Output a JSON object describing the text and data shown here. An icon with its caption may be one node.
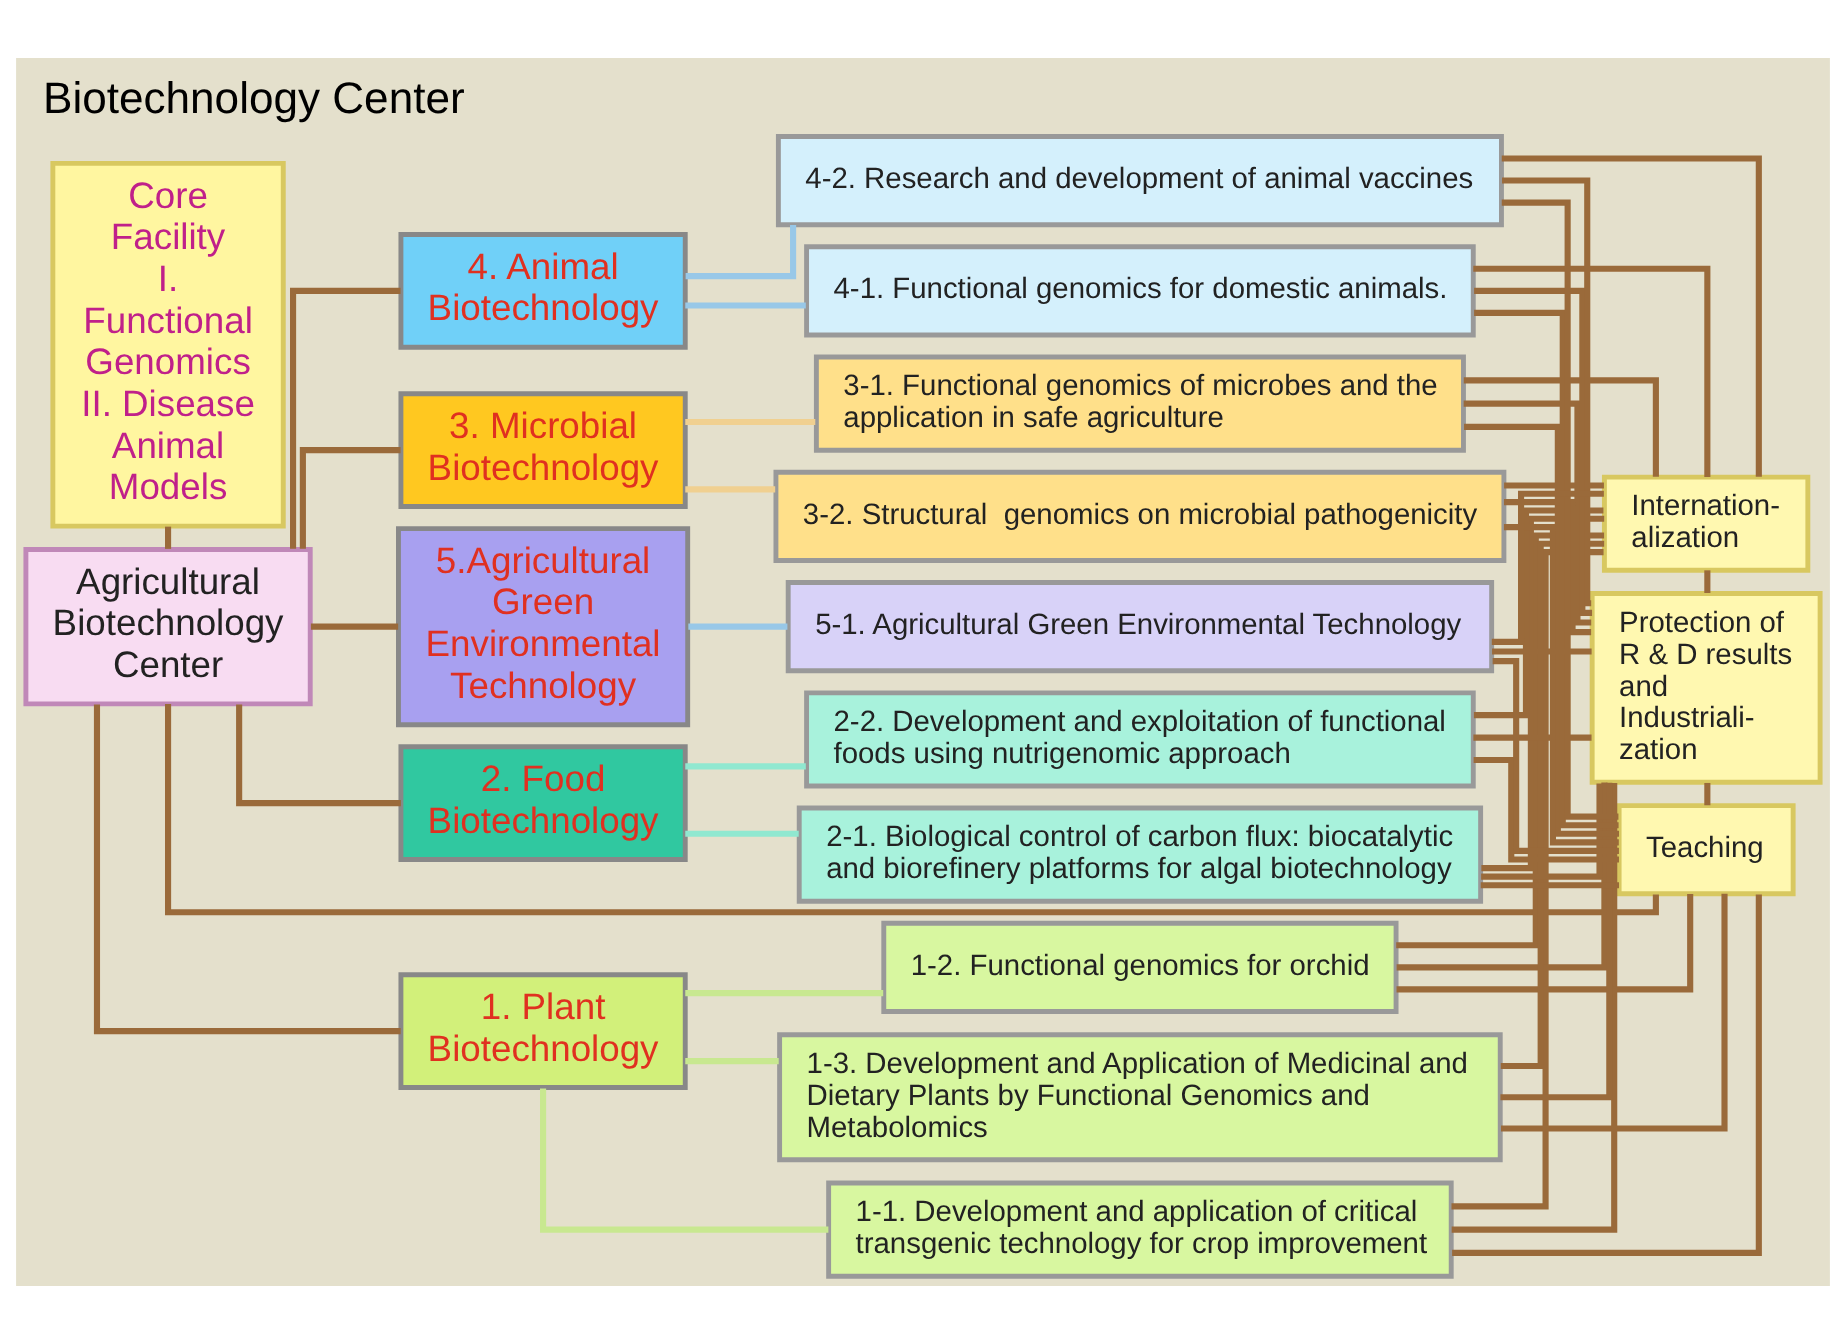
{
  "diagram": {
    "title": "Biotechnology Center",
    "nodes": [
      {
        "text": [
          "Agricultural Biotechnology Center"
        ]
      },
      {
        "text": [
          "Core Facility",
          "I. Functional Genomics",
          "II. Disease Animal Models"
        ]
      },
      {
        "text": [
          "1. Plant Biotechnology"
        ]
      },
      {
        "text": [
          "2. Food Biotechnology"
        ]
      },
      {
        "text": [
          "3. Microbial Biotechnology"
        ]
      },
      {
        "text": [
          "4. Animal Biotechnology"
        ]
      },
      {
        "text": [
          "5.Agricultural Green Environmental Technology"
        ]
      },
      {
        "text": [
          "1-1. Development and application of critical transgenic technology for crop improvement"
        ]
      },
      {
        "text": [
          "1-2. Functional genomics for orchid"
        ]
      },
      {
        "text": [
          "1-3. Development and Application of Medicinal and Dietary Plants by Functional Genomics and Metabolomics"
        ]
      },
      {
        "text": [
          "2-1. Biological control of carbon flux: biocatalytic and biorefinery platforms for algal biotechnology"
        ]
      },
      {
        "text": [
          "2-2. Development and exploitation of functional foods using nutrigenomic approach"
        ]
      },
      {
        "text": [
          "3-1. Functional genomics of microbes and the application in safe agriculture"
        ]
      },
      {
        "text": [
          "3-2. Structural  genomics on microbial pathogenicity"
        ]
      },
      {
        "text": [
          "4-1. Functional genomics for domestic animals."
        ]
      },
      {
        "text": [
          "4-2. Research and development of animal vaccines"
        ]
      },
      {
        "text": [
          "5-1. Agricultural Green Environmental Technology"
        ]
      },
      {
        "text": [
          "Internation- alization"
        ]
      },
      {
        "text": [
          "Protection of R & D results and Industriali- zation"
        ]
      },
      {
        "text": [
          "Teaching"
        ]
      }
    ],
    "edges": [
      {
        "from": 0,
        "to": 1,
        "arrow": "none"
      },
      {
        "from": 0,
        "to": 2,
        "arrow": "none"
      },
      {
        "from": 0,
        "to": 3,
        "arrow": "none"
      },
      {
        "from": 0,
        "to": 4,
        "arrow": "none"
      },
      {
        "from": 0,
        "to": 5,
        "arrow": "none"
      },
      {
        "from": 0,
        "to": 6,
        "arrow": "none"
      },
      {
        "from": 2,
        "to": 7,
        "arrow": "none",
        "color": "#c8e890"
      },
      {
        "from": 2,
        "to": 8,
        "arrow": "none",
        "color": "#c8e890"
      },
      {
        "from": 2,
        "to": 9,
        "arrow": "none",
        "color": "#c8e890"
      },
      {
        "from": 3,
        "to": 10,
        "arrow": "none",
        "color": "#90e8d0"
      },
      {
        "from": 3,
        "to": 11,
        "arrow": "none",
        "color": "#90e8d0"
      },
      {
        "from": 4,
        "to": 12,
        "arrow": "none",
        "color": "#f0d090"
      },
      {
        "from": 4,
        "to": 13,
        "arrow": "none",
        "color": "#f0d090"
      },
      {
        "from": 5,
        "to": 14,
        "arrow": "none",
        "color": "#98c8e8"
      },
      {
        "from": 5,
        "to": 15,
        "arrow": "none",
        "color": "#98c8e8"
      },
      {
        "from": 6,
        "to": 16,
        "arrow": "none",
        "color": "#98c8e8"
      },
      {
        "from": 7,
        "to": 17,
        "arrow": "none"
      },
      {
        "from": 7,
        "to": 18,
        "arrow": "none"
      },
      {
        "from": 7,
        "to": 19,
        "arrow": "none"
      },
      {
        "from": 8,
        "to": 17,
        "arrow": "none"
      },
      {
        "from": 8,
        "to": 18,
        "arrow": "none"
      },
      {
        "from": 8,
        "to": 19,
        "arrow": "none"
      },
      {
        "from": 9,
        "to": 17,
        "arrow": "none"
      },
      {
        "from": 9,
        "to": 18,
        "arrow": "none"
      },
      {
        "from": 9,
        "to": 19,
        "arrow": "none"
      },
      {
        "from": 10,
        "to": 17,
        "arrow": "none"
      },
      {
        "from": 10,
        "to": 18,
        "arrow": "none"
      },
      {
        "from": 10,
        "to": 19,
        "arrow": "none"
      },
      {
        "from": 11,
        "to": 17,
        "arrow": "none"
      },
      {
        "from": 11,
        "to": 18,
        "arrow": "none"
      },
      {
        "from": 11,
        "to": 19,
        "arrow": "none"
      },
      {
        "from": 12,
        "to": 17,
        "arrow": "none"
      },
      {
        "from": 12,
        "to": 18,
        "arrow": "none"
      },
      {
        "from": 12,
        "to": 19,
        "arrow": "none"
      },
      {
        "from": 13,
        "to": 17,
        "arrow": "none"
      },
      {
        "from": 13,
        "to": 18,
        "arrow": "none"
      },
      {
        "from": 13,
        "to": 19,
        "arrow": "none"
      },
      {
        "from": 14,
        "to": 17,
        "arrow": "none"
      },
      {
        "from": 14,
        "to": 18,
        "arrow": "none"
      },
      {
        "from": 14,
        "to": 19,
        "arrow": "none"
      },
      {
        "from": 15,
        "to": 17,
        "arrow": "none"
      },
      {
        "from": 15,
        "to": 18,
        "arrow": "none"
      },
      {
        "from": 15,
        "to": 19,
        "arrow": "none"
      },
      {
        "from": 16,
        "to": 17,
        "arrow": "none"
      },
      {
        "from": 16,
        "to": 18,
        "arrow": "none"
      },
      {
        "from": 16,
        "to": 19,
        "arrow": "none"
      },
      {
        "from": 17,
        "to": 18,
        "arrow": "none"
      },
      {
        "from": 18,
        "to": 19,
        "arrow": "none"
      },
      {
        "from": 0,
        "to": 19,
        "arrow": "none"
      }
    ]
  }
}
